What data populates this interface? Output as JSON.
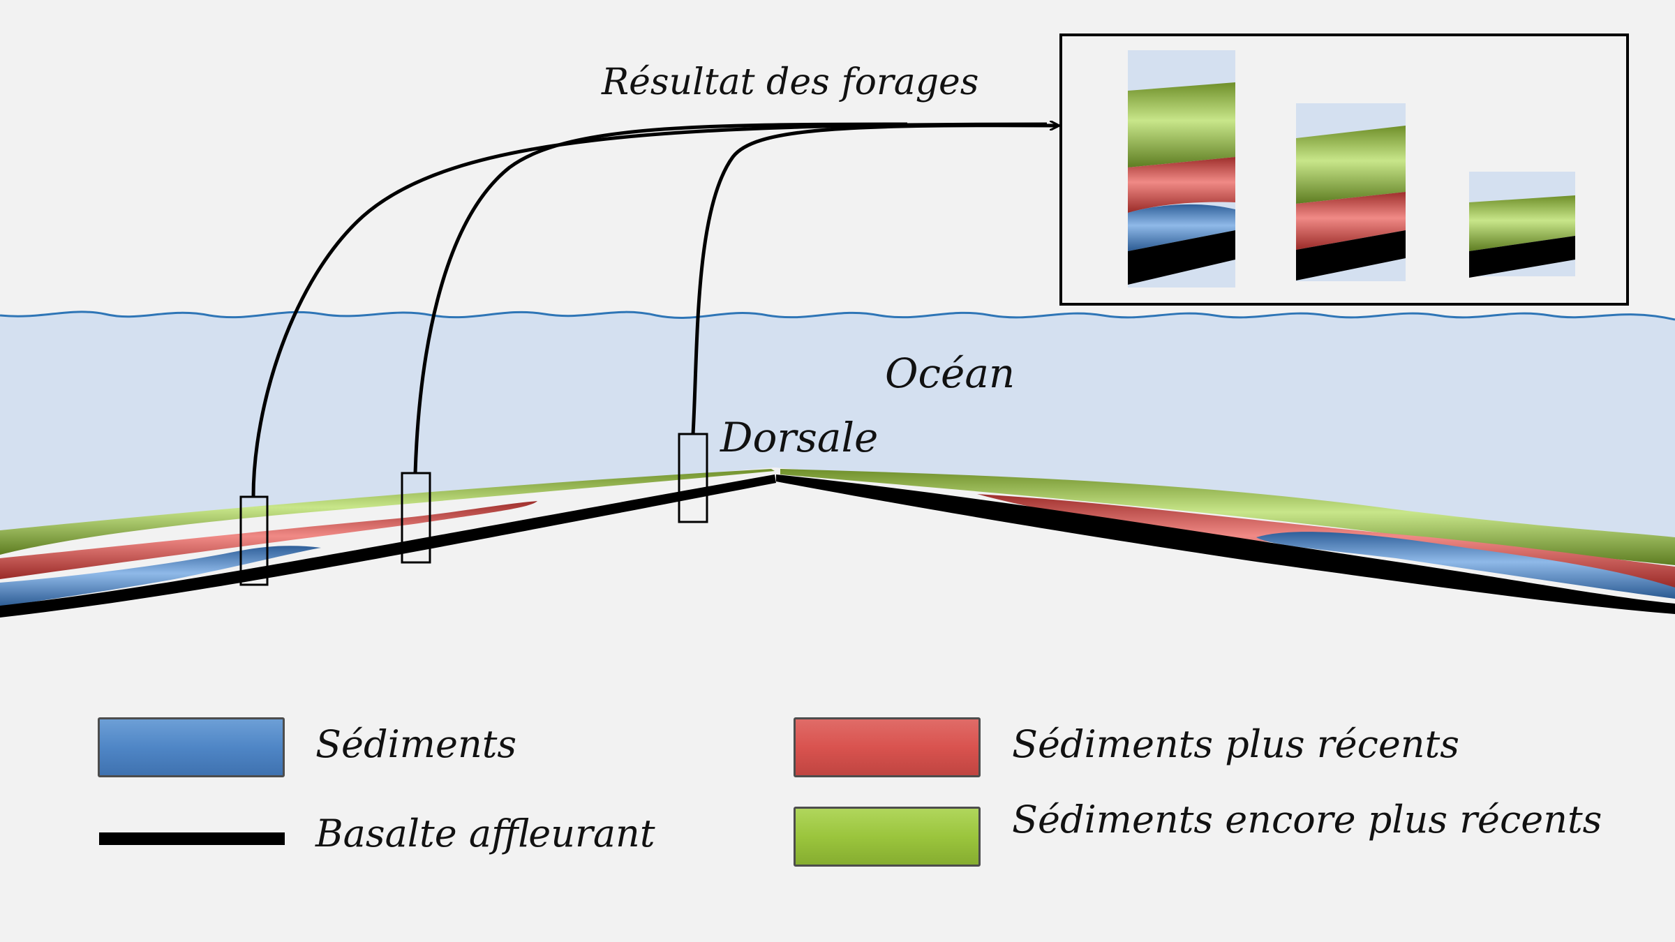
{
  "labels": {
    "results": "Résultat des forages",
    "ocean": "Océan",
    "ridge": "Dorsale"
  },
  "legend": {
    "sediments": "Sédiments",
    "basalt": "Basalte affleurant",
    "recent": "Sédiments plus récents",
    "more_recent": "Sédiments encore plus récents"
  },
  "colors": {
    "ocean": "#d4e0f0",
    "wave": "#2e75b6",
    "sediments": "#4f86c6",
    "recent": "#d9534f",
    "more_recent": "#9bc53d",
    "basalt": "#000000",
    "background": "#f2f2f2"
  }
}
